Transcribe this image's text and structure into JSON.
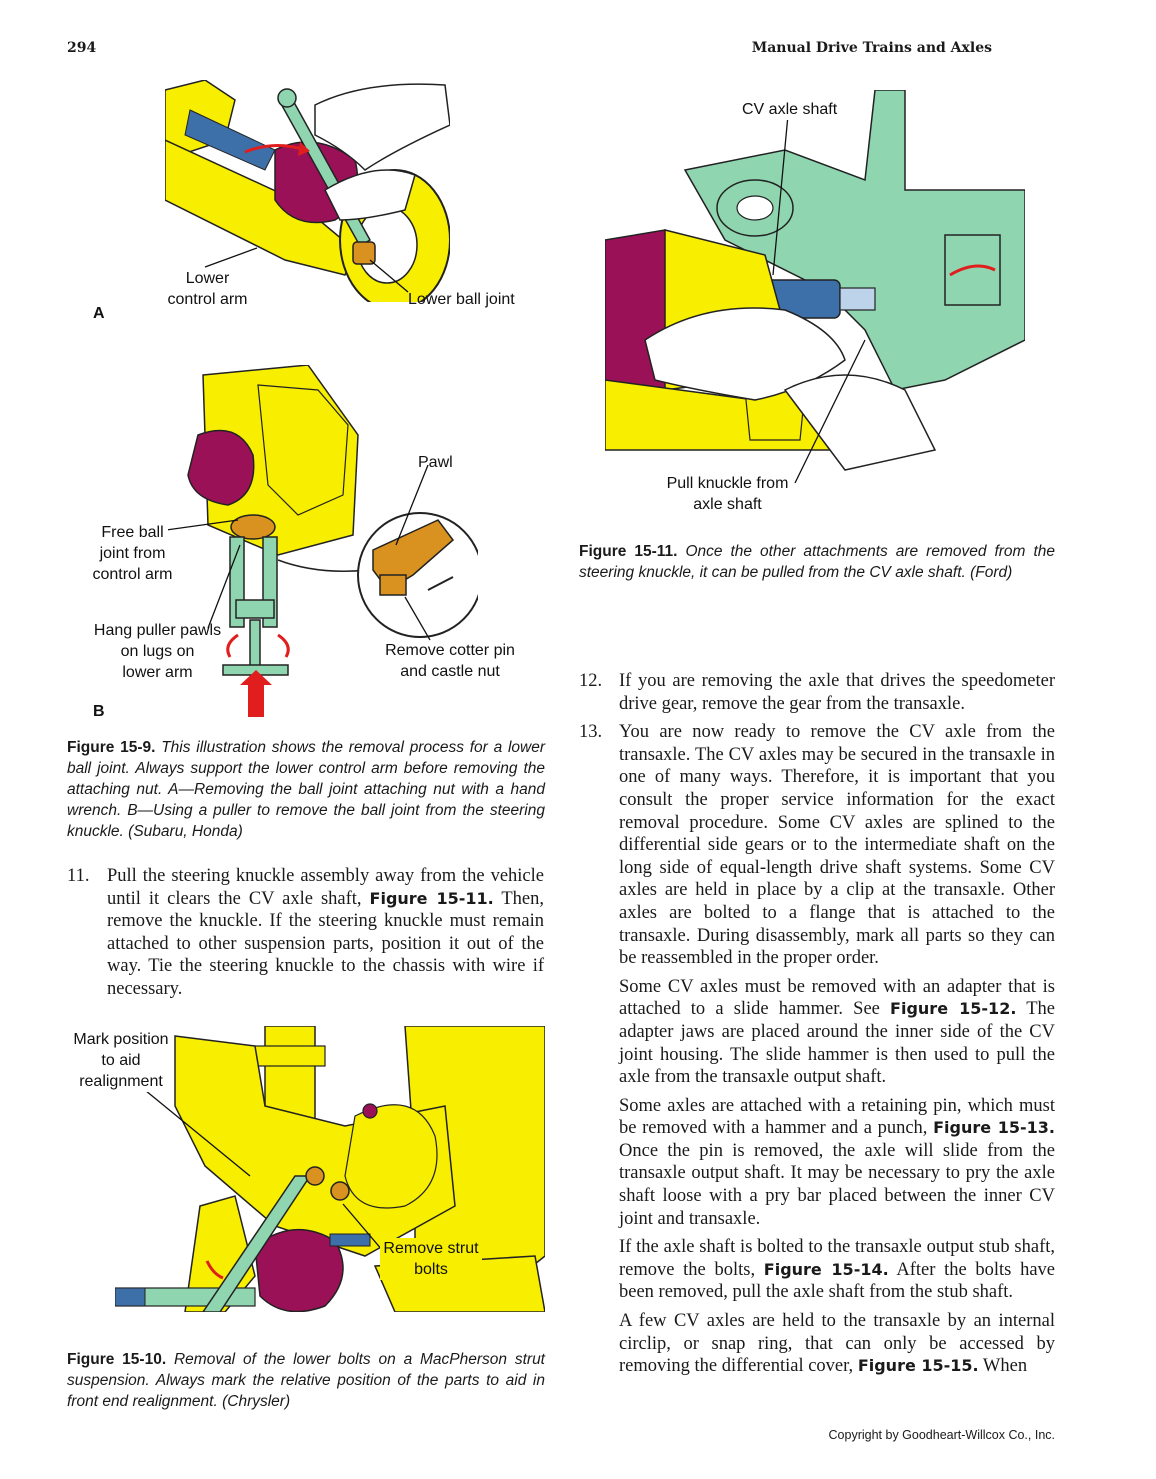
{
  "header": {
    "page_number": "294",
    "chapter_title": "Manual Drive Trains and Axles"
  },
  "figure_15_9": {
    "panel_a_labels": {
      "lower_control_arm_line1": "Lower",
      "lower_control_arm_line2": "control arm",
      "lower_ball_joint": "Lower ball joint",
      "panel_letter": "A"
    },
    "panel_b_labels": {
      "pawl": "Pawl",
      "free_ball_line1": "Free ball",
      "free_ball_line2": "joint from",
      "free_ball_line3": "control arm",
      "hang_puller_line1": "Hang puller pawls",
      "hang_puller_line2": "on lugs on",
      "hang_puller_line3": "lower arm",
      "remove_cotter_line1": "Remove cotter pin",
      "remove_cotter_line2": "and castle nut",
      "panel_letter": "B"
    },
    "caption_label": "Figure 15-9.",
    "caption_text": "This illustration shows the removal process for a lower ball joint. Always support the lower control arm before removing the attaching nut. A—Removing the ball joint attaching nut with a hand wrench. B—Using a puller to remove the ball joint from the steering knuckle. (Subaru, Honda)"
  },
  "figure_15_10": {
    "labels": {
      "mark_line1": "Mark position",
      "mark_line2": "to aid",
      "mark_line3": "realignment",
      "strut_line1": "Remove strut",
      "strut_line2": "bolts"
    },
    "caption_label": "Figure 15-10.",
    "caption_text": "Removal of the lower bolts on a MacPherson strut suspension. Always mark the relative position of the parts to aid in front end realignment. (Chrysler)"
  },
  "figure_15_11": {
    "labels": {
      "cv_axle_shaft": "CV axle shaft",
      "pull_line1": "Pull knuckle from",
      "pull_line2": "axle shaft"
    },
    "caption_label": "Figure 15-11.",
    "caption_text": "Once the other attachments are removed from the steering knuckle, it can be pulled from the CV axle shaft. (Ford)"
  },
  "body": {
    "step11_num": "11.",
    "step11_a": "Pull the steering knuckle assembly away from the vehicle until it clears the CV axle shaft, ",
    "step11_ref": "Figure 15-11.",
    "step11_b": " Then, remove the knuckle. If the steering knuckle must remain attached to other suspension parts, position it out of the way. Tie the steering knuckle to the chassis with wire if necessary.",
    "step12_num": "12.",
    "step12": "If you are removing the axle that drives the speedometer drive gear, remove the gear from the transaxle.",
    "step13_num": "13.",
    "step13": "You are now ready to remove the CV axle from the transaxle. The CV axles may be secured in the transaxle in one of many ways. Therefore, it is important that you consult the proper service information for the exact removal procedure. Some CV axles are splined to the differential side gears or to the intermediate shaft on the long side of equal-length drive shaft systems. Some CV axles are held in place by a clip at the transaxle. Other axles are bolted to a flange that is attached to the transaxle. During disassembly, mark all parts so they can be reassembled in the proper order.",
    "para1_a": "Some CV axles must be removed with an adapter that is attached to a slide hammer. See ",
    "para1_ref": "Figure 15-12.",
    "para1_b": " The adapter jaws are placed around the inner side of the CV joint housing. The slide hammer is then used to pull the axle from the transaxle output shaft.",
    "para2_a": "Some axles are attached with a retaining pin, which must be removed with a hammer and a punch, ",
    "para2_ref": "Figure 15-13.",
    "para2_b": " Once the pin is removed, the axle will slide from the transaxle output shaft. It may be necessary to pry the axle shaft loose with a pry bar placed between the inner CV joint and transaxle.",
    "para3_a": "If the axle shaft is bolted to the transaxle output stub shaft, remove the bolts, ",
    "para3_ref": "Figure 15-14.",
    "para3_b": " After the bolts have been removed, pull the axle shaft from the stub shaft.",
    "para4_a": "A few CV axles are held to the transaxle by an internal circlip, or snap ring, that can only be accessed by removing the differential cover, ",
    "para4_ref": "Figure 15-15.",
    "para4_b": " When"
  },
  "footer": {
    "copyright": "Copyright by Goodheart-Willcox Co., Inc."
  },
  "colors": {
    "yellow": "#f7ee00",
    "magenta": "#9b1158",
    "green": "#8fd6b0",
    "orange": "#d9911f",
    "red": "#e01e1e",
    "blue": "#3d6fa8"
  }
}
